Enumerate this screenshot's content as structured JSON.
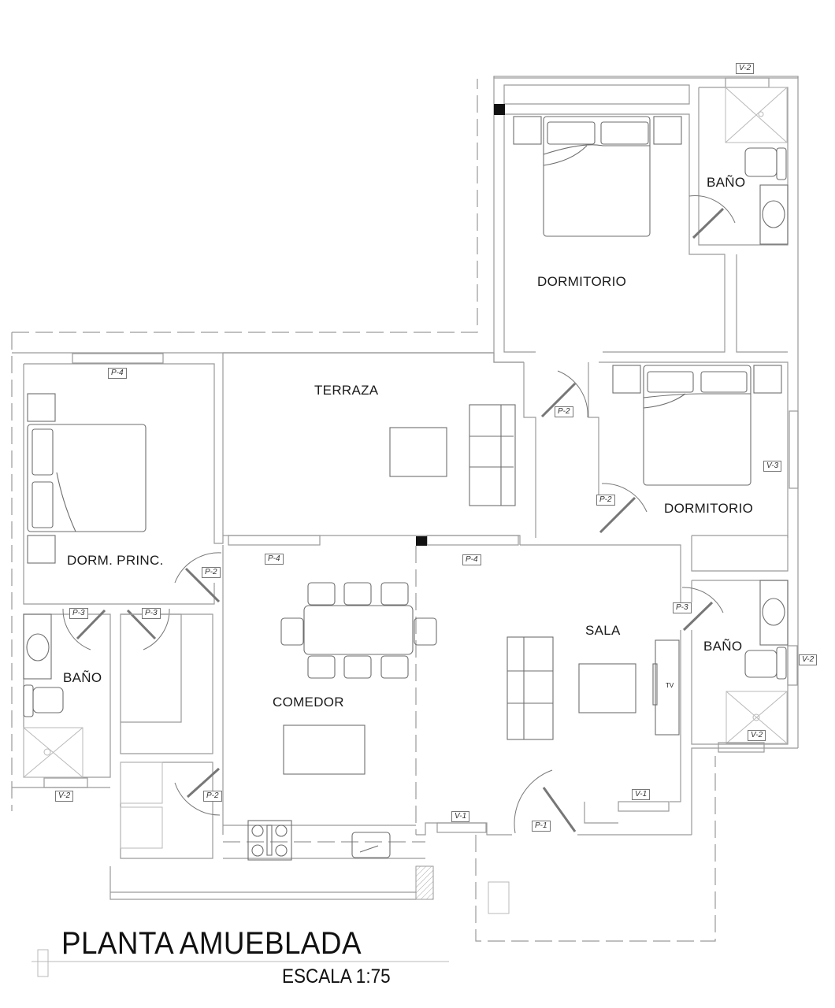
{
  "drawing": {
    "title": "PLANTA AMUEBLADA",
    "scale": "ESCALA 1:75"
  },
  "rooms": [
    {
      "id": "dormitorio-1",
      "label": "DORMITORIO"
    },
    {
      "id": "bano-1",
      "label": "BAÑO"
    },
    {
      "id": "dormitorio-2",
      "label": "DORMITORIO"
    },
    {
      "id": "terraza",
      "label": "TERRAZA"
    },
    {
      "id": "dorm-princ",
      "label": "DORM. PRINC."
    },
    {
      "id": "bano-princ",
      "label": "BAÑO"
    },
    {
      "id": "comedor",
      "label": "COMEDOR"
    },
    {
      "id": "sala",
      "label": "SALA"
    },
    {
      "id": "bano-2",
      "label": "BAÑO"
    }
  ],
  "tags": {
    "v2_top": "V-2",
    "p4_dorm": "P-4",
    "p2_hall_top": "P-2",
    "v3": "V-3",
    "p2_dorm2": "P-2",
    "p2_princ": "P-2",
    "p4_terr_left": "P-4",
    "p4_terr_right": "P-4",
    "p3_left": "P-3",
    "p3_right": "P-3",
    "p3_bano2": "P-3",
    "v2_bano2_side": "V-2",
    "v2_bano2_bottom": "V-2",
    "v2_princ": "V-2",
    "p2_laundry": "P-2",
    "v1_left": "V-1",
    "v1_right": "V-1",
    "p1": "P-1"
  },
  "furniture": {
    "tv_label": "TV"
  }
}
